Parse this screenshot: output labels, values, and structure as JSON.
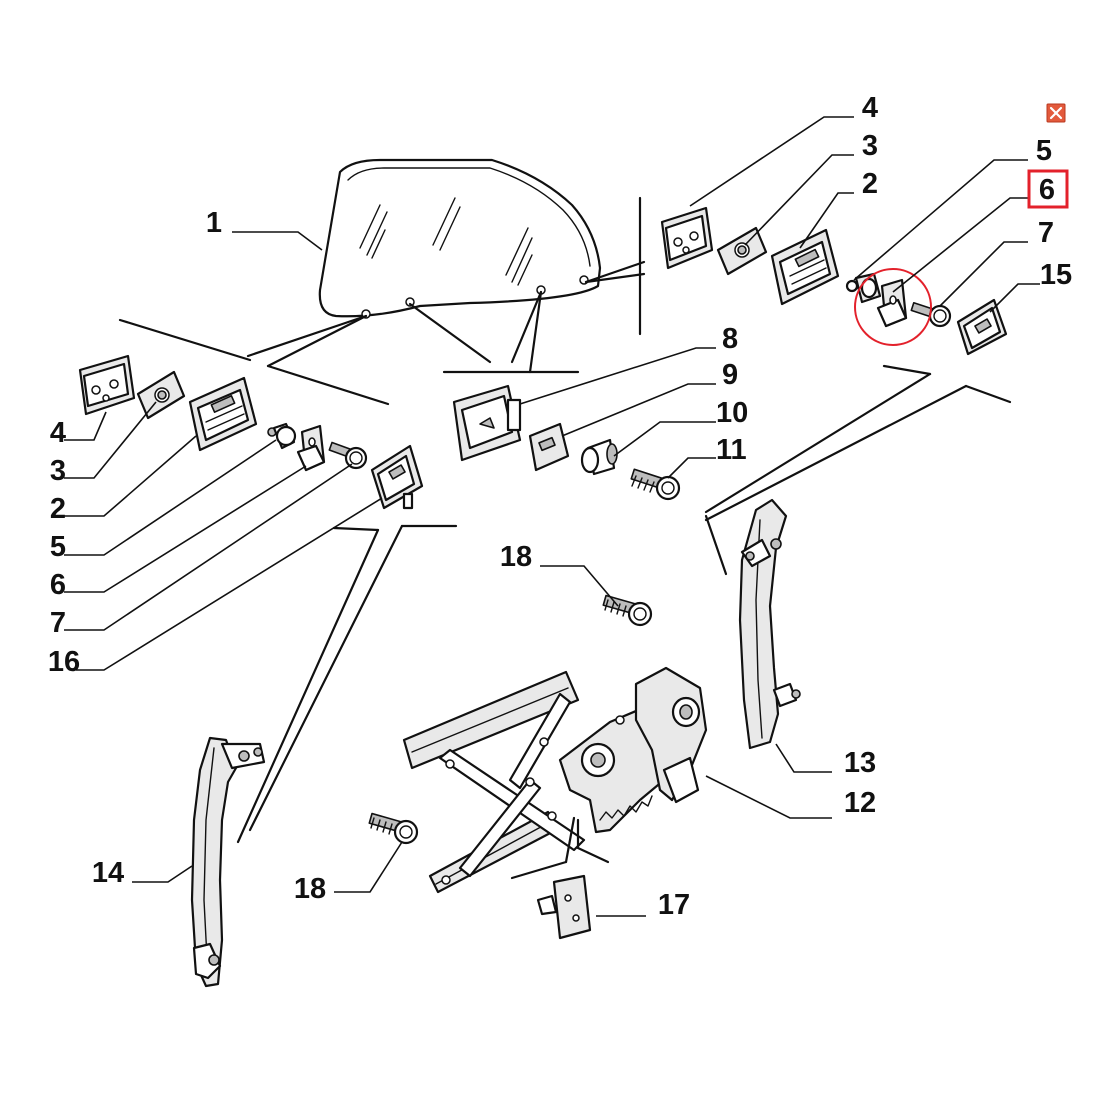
{
  "toolbar": {
    "close_icon": "close-icon"
  },
  "highlight": {
    "part": "6",
    "color": "#e3212b"
  },
  "callouts": {
    "c1": "1",
    "c2a": "2",
    "c2b": "2",
    "c3a": "3",
    "c3b": "3",
    "c4a": "4",
    "c4b": "4",
    "c5a": "5",
    "c5b": "5",
    "c6a": "6",
    "c6b": "6",
    "c7a": "7",
    "c7b": "7",
    "c8": "8",
    "c9": "9",
    "c10": "10",
    "c11": "11",
    "c12": "12",
    "c13": "13",
    "c14": "14",
    "c15": "15",
    "c16": "16",
    "c17": "17",
    "c18a": "18",
    "c18b": "18"
  }
}
